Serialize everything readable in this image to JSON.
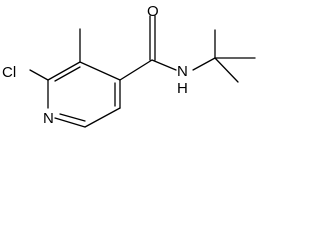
{
  "molecule": {
    "atom_labels": {
      "chlorine": "Cl",
      "ring_nitrogen": "N",
      "carbonyl_oxygen": "O",
      "amide_nitrogen": "N",
      "amide_hydrogen": "H"
    }
  }
}
